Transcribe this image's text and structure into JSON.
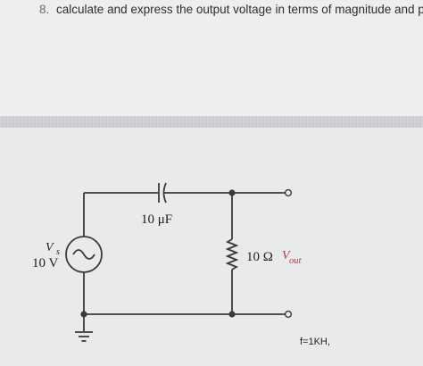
{
  "question": {
    "number": "8.",
    "text": "calculate and express the output voltage in terms of magnitude and phase."
  },
  "circuit": {
    "capacitor_label": "10 μF",
    "source_symbol": "V",
    "source_subscript": "s",
    "source_value": "10 V",
    "resistor_label": "10 Ω",
    "output_symbol": "V",
    "output_subscript": "out",
    "frequency_label": "f=1KH,",
    "colors": {
      "wire": "#3a3a3d",
      "output_label": "#b0413e",
      "text": "#1e1e20"
    }
  }
}
